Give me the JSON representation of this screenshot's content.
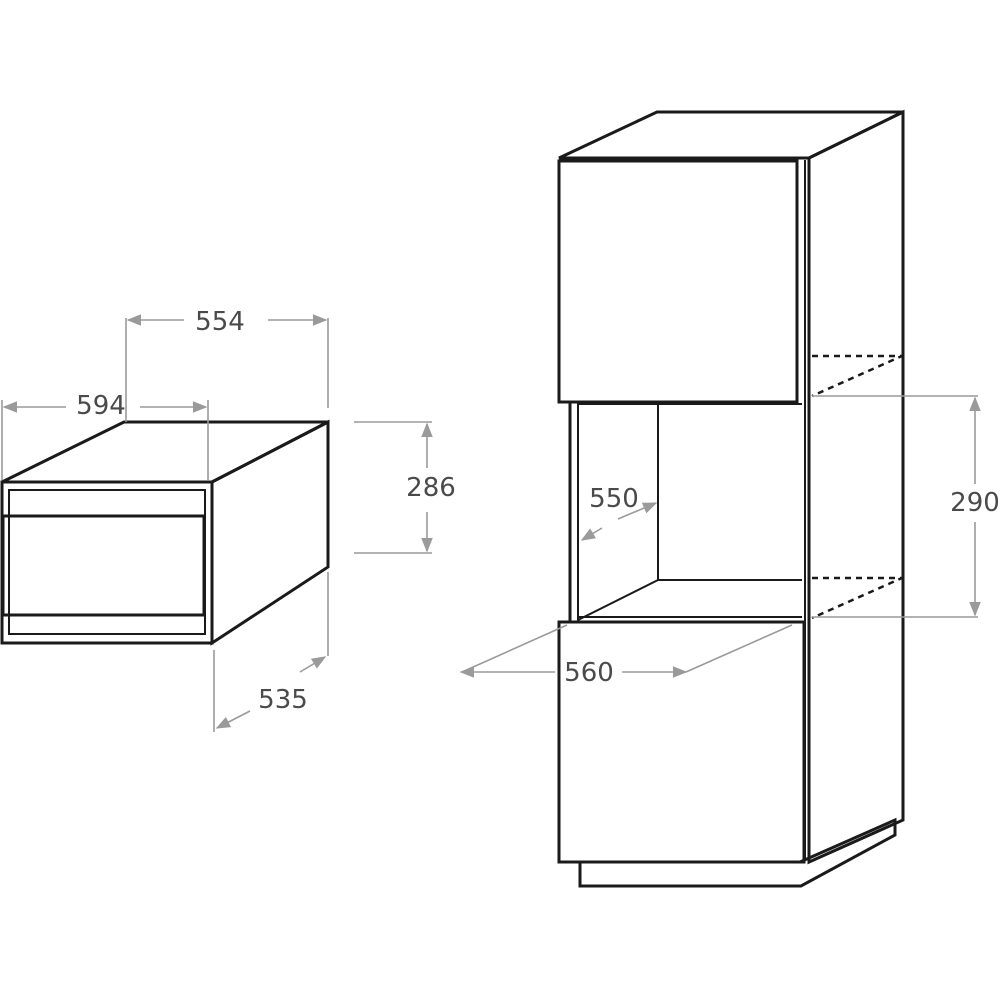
{
  "dimensions": {
    "appliance_depth_top": "554",
    "appliance_width": "594",
    "appliance_height": "286",
    "appliance_depth_side": "535",
    "niche_depth": "550",
    "niche_height": "290",
    "niche_width": "560"
  }
}
